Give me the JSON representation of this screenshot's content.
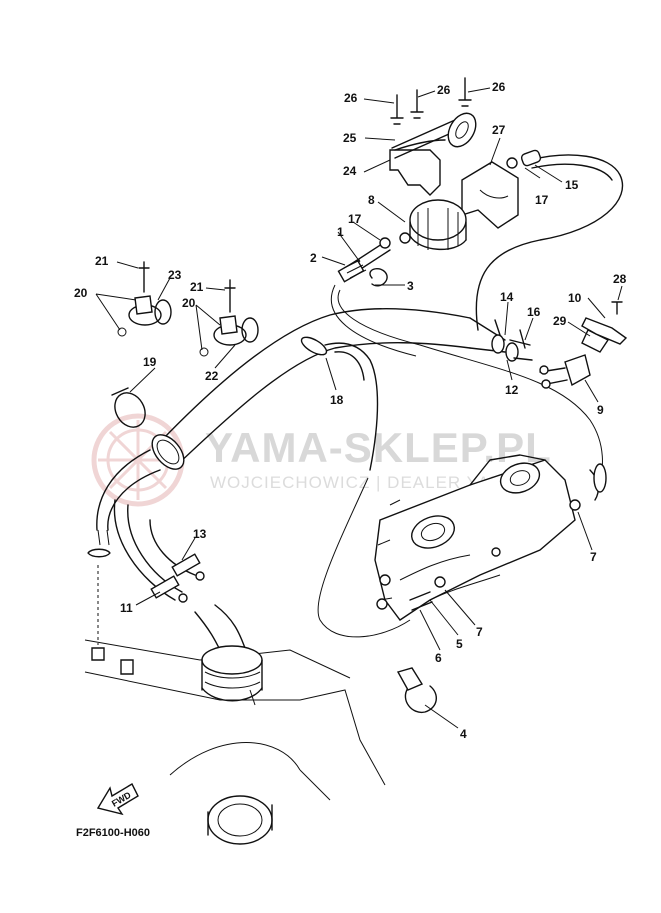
{
  "watermark": {
    "title": "YAMA-SKLEP.PL",
    "subtitle": "WOJCIECHOWICZ | DEALER YAMAHA"
  },
  "diagram_code": "F2F6100-H060",
  "fwd_label": "FWD",
  "callouts": {
    "c1": "1",
    "c2": "2",
    "c3": "3",
    "c4": "4",
    "c5": "5",
    "c6": "6",
    "c7a": "7",
    "c7b": "7",
    "c8": "8",
    "c9": "9",
    "c10": "10",
    "c11": "11",
    "c12": "12",
    "c13": "13",
    "c14": "14",
    "c15": "15",
    "c16": "16",
    "c17a": "17",
    "c17b": "17",
    "c18": "18",
    "c19": "19",
    "c20a": "20",
    "c20b": "20",
    "c21a": "21",
    "c21b": "21",
    "c22": "22",
    "c23": "23",
    "c24": "24",
    "c25": "25",
    "c26a": "26",
    "c26b": "26",
    "c26c": "26",
    "c27": "27",
    "c28": "28",
    "c29": "29"
  },
  "colors": {
    "line": "#111111",
    "watermark": "#d8d8d8",
    "watermark_logo": "#e4b4b4"
  }
}
